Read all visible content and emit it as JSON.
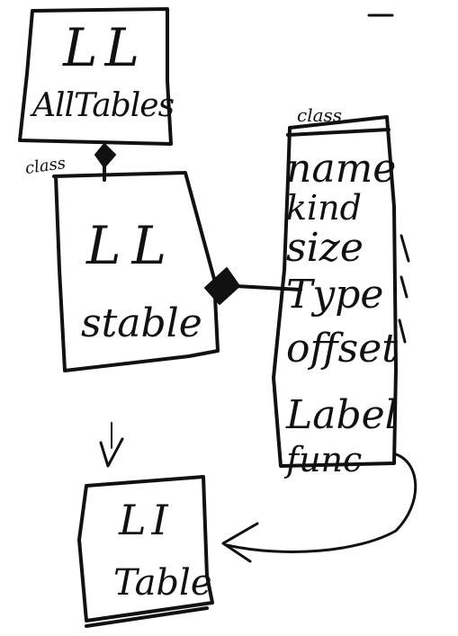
{
  "diagram": {
    "boxes": [
      {
        "line1": "LL",
        "line2": "AllTables"
      },
      {
        "line1": "LL",
        "line2": "stable"
      },
      {
        "line1": "LI",
        "line2": "Table"
      }
    ],
    "class_box": {
      "header": "class",
      "fields": [
        "name",
        "kind",
        "size",
        "Type",
        "offset",
        "Label",
        "func"
      ]
    },
    "side_label": "class"
  }
}
